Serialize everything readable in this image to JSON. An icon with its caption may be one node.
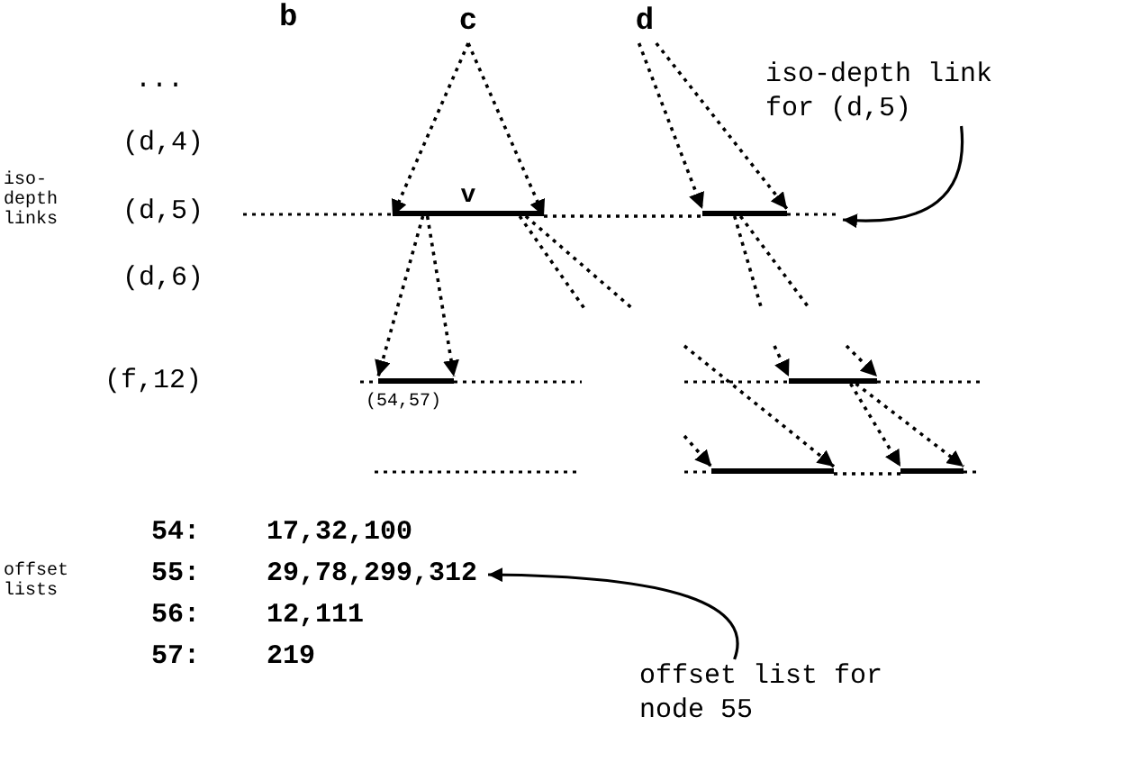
{
  "diagram": {
    "nodes": [
      {
        "text": [
          "c"
        ]
      },
      {
        "text": [
          "d"
        ]
      },
      {
        "text": [
          "iso-depth link for (d,5)"
        ]
      },
      {
        "text": [
          "v"
        ]
      },
      {
        "text": [],
        "shape": "bar"
      },
      {
        "text": [],
        "shape": "bar",
        "beside": [
          "(54,57)"
        ]
      },
      {
        "text": [],
        "shape": "bar"
      },
      {
        "text": [],
        "shape": "bar"
      },
      {
        "text": [],
        "shape": "bar"
      },
      {
        "text": [
          "54:",
          "17,32,100"
        ]
      },
      {
        "text": [
          "55:",
          "29,78,299,312"
        ]
      },
      {
        "text": [
          "56:",
          "12,111"
        ]
      },
      {
        "text": [
          "57:",
          "219"
        ]
      },
      {
        "text": [
          "offset list for node 55"
        ]
      }
    ],
    "edges": [
      {
        "from": 0,
        "to": 3,
        "arrow": "to",
        "style": "dashed"
      },
      {
        "from": 0,
        "to": 3,
        "arrow": "to",
        "style": "dashed"
      },
      {
        "from": 1,
        "to": 4,
        "arrow": "to",
        "style": "dashed"
      },
      {
        "from": 1,
        "to": 4,
        "arrow": "to",
        "style": "dashed"
      },
      {
        "from": 2,
        "to": null,
        "arrow": "to"
      },
      {
        "from": 3,
        "to": 5,
        "arrow": "to",
        "style": "dashed"
      },
      {
        "from": 3,
        "to": 5,
        "arrow": "to",
        "style": "dashed"
      },
      {
        "from": 3,
        "to": null,
        "arrow": "none",
        "style": "dashed"
      },
      {
        "from": 3,
        "to": null,
        "arrow": "none",
        "style": "dashed"
      },
      {
        "from": 4,
        "to": null,
        "arrow": "none",
        "style": "dashed"
      },
      {
        "from": 4,
        "to": null,
        "arrow": "none",
        "style": "dashed"
      },
      {
        "from": null,
        "to": 6,
        "arrow": "to",
        "style": "dashed"
      },
      {
        "from": null,
        "to": 6,
        "arrow": "to",
        "style": "dashed"
      },
      {
        "from": null,
        "to": 7,
        "arrow": "to",
        "style": "dashed"
      },
      {
        "from": null,
        "to": 7,
        "arrow": "to",
        "style": "dashed"
      },
      {
        "from": 6,
        "to": 8,
        "arrow": "to",
        "style": "dashed"
      },
      {
        "from": 6,
        "to": 8,
        "arrow": "to",
        "style": "dashed"
      },
      {
        "from": 13,
        "to": 10,
        "arrow": "to"
      },
      {
        "from": 3,
        "to": 4,
        "arrow": "none",
        "style": "dashed"
      },
      {
        "from": 7,
        "to": 8,
        "arrow": "none",
        "style": "dashed"
      }
    ],
    "labels": [
      "b",
      "...",
      "(d,4)",
      "iso- depth links",
      "(d,5)",
      "(d,6)",
      "(f,12)",
      "offset lists"
    ]
  }
}
